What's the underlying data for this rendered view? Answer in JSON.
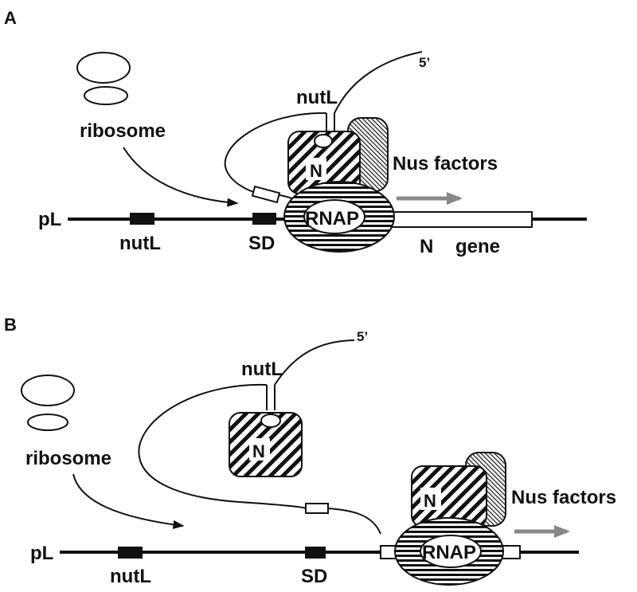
{
  "panel_a": {
    "panel_letter": "A",
    "five_prime": "5’",
    "nut_site_label": "nutL",
    "ribosome_label": "ribosome",
    "nus_label": "Nus factors",
    "n_protein_label": "N",
    "rnap_label": "RNAP",
    "promoter_label": "pL",
    "dna_nut_label": "nutL",
    "sd_label": "SD",
    "gene_name": "N",
    "gene_word": "gene"
  },
  "panel_b": {
    "panel_letter": "B",
    "five_prime": "5’",
    "nut_site_label": "nutL",
    "ribosome_label": "ribosome",
    "nus_label": "Nus factors",
    "n_protein_label": "N",
    "n_rnap_label": "N",
    "rnap_label": "RNAP",
    "promoter_label": "pL",
    "dna_nut_label": "nutL",
    "sd_label": "SD"
  }
}
